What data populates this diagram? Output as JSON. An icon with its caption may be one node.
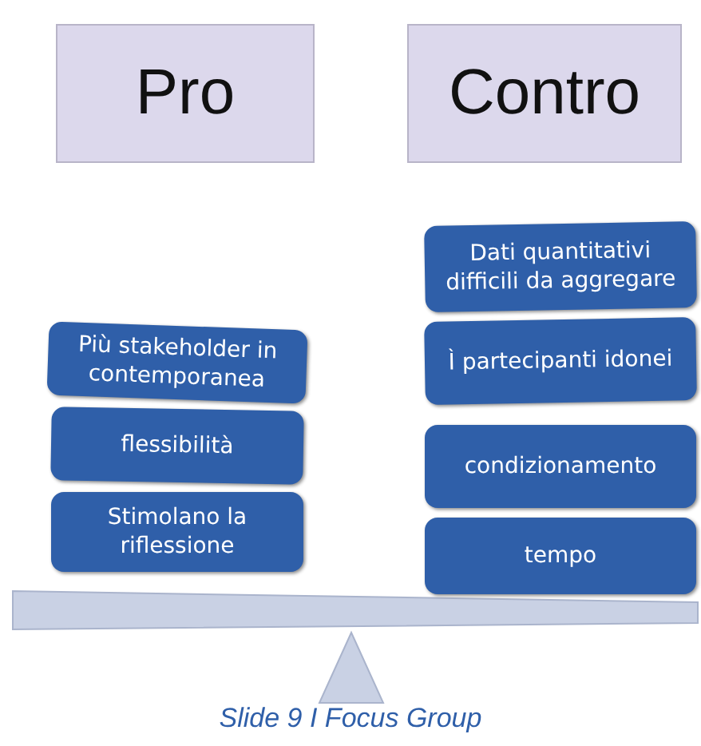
{
  "diagram": {
    "caption": "Slide 9 I Focus Group",
    "nodes": [
      {
        "text": [
          "Pro"
        ]
      },
      {
        "text": [
          "Contro"
        ]
      },
      {
        "text": [
          "Più stakeholder in contemporanea"
        ]
      },
      {
        "text": [
          "flessibilità"
        ]
      },
      {
        "text": [
          "Stimolano la riflessione"
        ]
      },
      {
        "text": [
          "Dati quantitativi difficili da aggregare"
        ]
      },
      {
        "text": [
          "Ì partecipanti idonei"
        ]
      },
      {
        "text": [
          "condizionamento"
        ]
      },
      {
        "text": [
          "tempo"
        ]
      }
    ],
    "edges": []
  }
}
